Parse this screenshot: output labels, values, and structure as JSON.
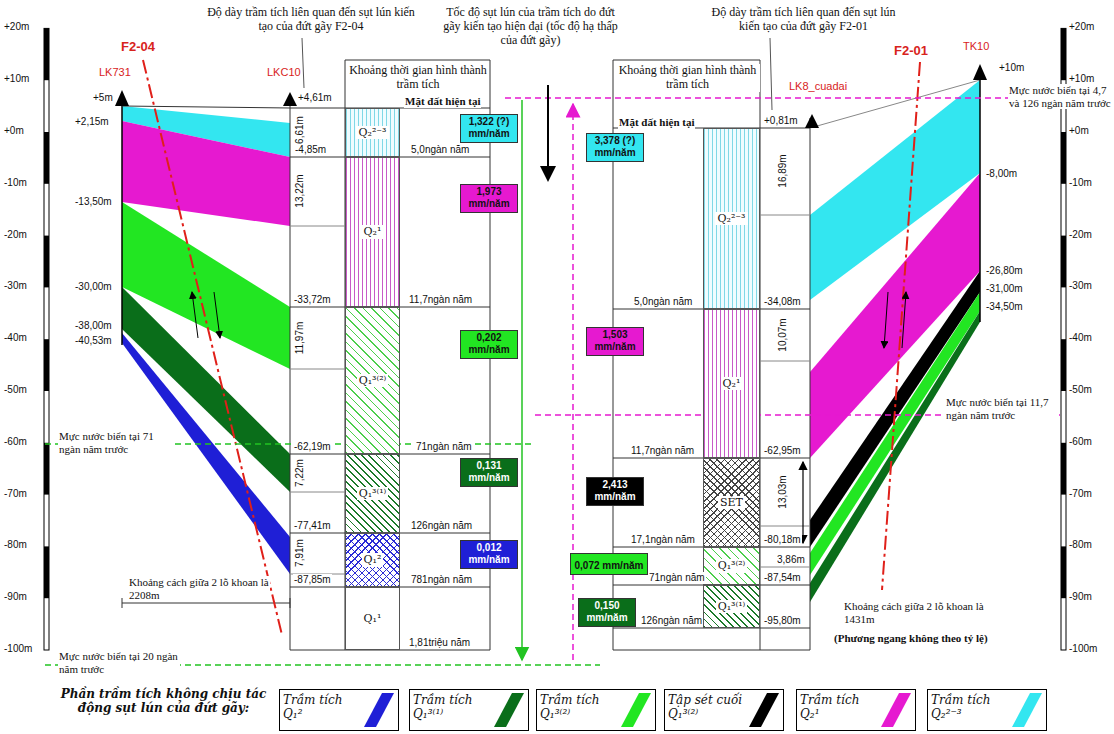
{
  "diagram": {
    "nodes": [
      {
        "text": [
          "Q₂²⁻³"
        ]
      },
      {
        "text": [
          "Q₂¹"
        ]
      },
      {
        "text": [
          "Q₁³⁽²⁾"
        ]
      },
      {
        "text": [
          "Q₁³⁽¹⁾"
        ]
      },
      {
        "text": [
          "Q₁²"
        ]
      },
      {
        "text": [
          "Q₁¹"
        ]
      },
      {
        "text": [
          "1,322 (?) mm/năm"
        ]
      },
      {
        "text": [
          "1,973 mm/năm"
        ]
      },
      {
        "text": [
          "0,202 mm/năm"
        ]
      },
      {
        "text": [
          "0,131 mm/năm"
        ]
      },
      {
        "text": [
          "0,012 mm/năm"
        ]
      },
      {
        "text": [
          "3,378 (?) mm/năm"
        ]
      },
      {
        "text": [
          "1,503 mm/năm"
        ]
      },
      {
        "text": [
          "2,413 mm/năm"
        ]
      },
      {
        "text": [
          "0,072 mm/năm"
        ]
      },
      {
        "text": [
          "0,150 mm/năm"
        ]
      },
      {
        "text": [
          "Q₂²⁻³"
        ]
      },
      {
        "text": [
          "Q₂¹"
        ]
      },
      {
        "text": [
          "SÉT"
        ]
      },
      {
        "text": [
          "Q₁³⁽²⁾"
        ]
      },
      {
        "text": [
          "Q₁³⁽¹⁾"
        ]
      }
    ],
    "labels": [
      "+20m",
      "+10m",
      "+0m",
      "-10m",
      "-20m",
      "-30m",
      "-40m",
      "-50m",
      "-60m",
      "-70m",
      "-80m",
      "-90m",
      "-100m",
      "+20m",
      "+10m",
      "+0m",
      "-10m",
      "-20m",
      "-30m",
      "-40m",
      "-50m",
      "-60m",
      "-70m",
      "-80m",
      "-90m",
      "-100m",
      "Độ dày trầm tích liên quan đến sụt lún kiến tạo của đứt gãy F2-04",
      "Tốc độ sụt lún của trầm tích do đứt gãy kiến tạo hiện đại (tốc độ hạ thấp của đứt gãy)",
      "Độ dày trầm tích liên quan đến sụt lún kiến tạo của đứt gãy F2-01",
      "F2-04",
      "LK731",
      "LKC10",
      "+5m",
      "+2,15m",
      "+4,61m",
      "Khoảng thời gian hình thành trầm tích",
      "Mặt đất hiện tại",
      "6,61m",
      "-4,85m",
      "5,0ngàn năm",
      "13,22m",
      "-13,50m",
      "-30,00m",
      "-33,72m",
      "11,7ngàn năm",
      "11,97m",
      "-38,00m",
      "-40,53m",
      "Mực nước biển tại 71 ngàn năm trước",
      "-62,19m",
      "71ngàn năm",
      "7,22m",
      "-77,41m",
      "126ngàn năm",
      "7,91m",
      "Khoảng cách giữa 2 lỗ khoan là 2208m",
      "-87,85m",
      "781ngàn năm",
      "1,81triệu năm",
      "Mực nước biển tại 20 ngàn năm trước",
      "Khoảng thời gian hình thành trầm tích",
      "LK8_cuadai",
      "F2-01",
      "TK10",
      "+10m",
      "Mực nước biển tại 4,7 và 126 ngàn năm trước",
      "Mặt đất hiện tại",
      "+0,81m",
      "16,89m",
      "-8,00m",
      "-26,80m",
      "5,0ngàn năm",
      "-34,08m",
      "-31,00m",
      "-34,50m",
      "10,07m",
      "Mực nước biển tại 11,7 ngàn năm trước",
      "11,7ngàn năm",
      "-62,95m",
      "13,03m",
      "17,1ngàn năm",
      "-80,18m",
      "3,86m",
      "71ngàn năm",
      "-87,54m",
      "Khoảng cách giữa 2 lỗ khoan là 1431m",
      "-95,80m",
      "126ngàn năm",
      "(Phương ngang không theo tỷ lệ)",
      "Phần trầm tích không chịu tác động sụt lún của đứt gãy:"
    ],
    "legend": [
      {
        "text": "Trầm tích Q₁²",
        "color": "#1f1fd6"
      },
      {
        "text": "Trầm tích Q₁³⁽¹⁾",
        "color": "#0a6e1a"
      },
      {
        "text": "Trầm tích Q₁³⁽²⁾",
        "color": "#22e622"
      },
      {
        "text": "Tập sét cuối Q₁³⁽²⁾",
        "color": "#000000"
      },
      {
        "text": "Trầm tích Q₂¹",
        "color": "#e619d0"
      },
      {
        "text": "Trầm tích Q₂²⁻³",
        "color": "#33e6f0"
      }
    ]
  }
}
